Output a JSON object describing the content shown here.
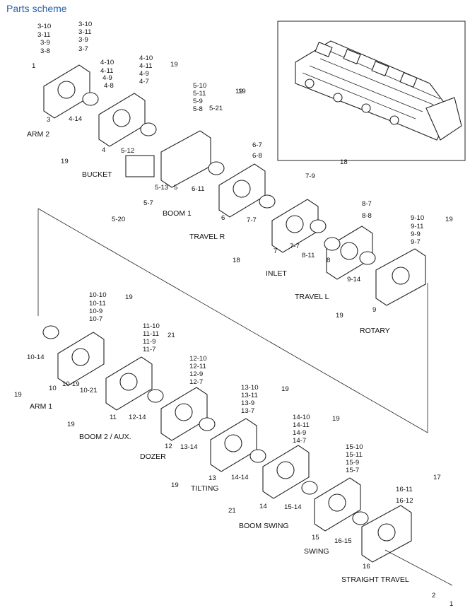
{
  "page": {
    "title": "Parts scheme"
  },
  "sections": [
    "ARM 2",
    "BUCKET",
    "BOOM 1",
    "TRAVEL R",
    "INLET",
    "TRAVEL L",
    "ROTARY",
    "ARM 1",
    "BOOM 2 / AUX.",
    "DOZER",
    "TILTING",
    "BOOM SWING",
    "SWING",
    "STRAIGHT TRAVEL"
  ],
  "callouts": [
    "3-10",
    "3-10",
    "3-11",
    "3-11",
    "3-9",
    "3-9",
    "3-8",
    "3-7",
    "1",
    "3",
    "4-14",
    "19",
    "4-10",
    "4-10",
    "4-11",
    "4-11",
    "4-9",
    "4-9",
    "4-8",
    "4-7",
    "4",
    "19",
    "19",
    "5-10",
    "5-11",
    "5-9",
    "5-8",
    "5-21",
    "19",
    "5-12",
    "5-13",
    "5",
    "5-7",
    "5-20",
    "6-7",
    "6-8",
    "6-11",
    "6",
    "7-9",
    "18",
    "7-7",
    "7",
    "18",
    "8-7",
    "8-8",
    "7-7",
    "8-11",
    "8",
    "9-10",
    "9-11",
    "9-9",
    "9-7",
    "19",
    "9-14",
    "9",
    "19",
    "10-10",
    "10-11",
    "10-9",
    "10-7",
    "19",
    "10-14",
    "10",
    "10-19",
    "10-21",
    "19",
    "11-10",
    "11-11",
    "11-9",
    "11-7",
    "21",
    "11",
    "19",
    "12-10",
    "12-11",
    "12-9",
    "12-7",
    "12-14",
    "12",
    "13-10",
    "13-11",
    "13-9",
    "13-7",
    "19",
    "13-14",
    "13",
    "19",
    "14-10",
    "14-11",
    "14-9",
    "14-7",
    "19",
    "14-14",
    "14",
    "21",
    "15-10",
    "15-11",
    "15-9",
    "15-7",
    "15-14",
    "15",
    "16-11",
    "16-12",
    "17",
    "16-15",
    "16",
    "2",
    "1"
  ]
}
